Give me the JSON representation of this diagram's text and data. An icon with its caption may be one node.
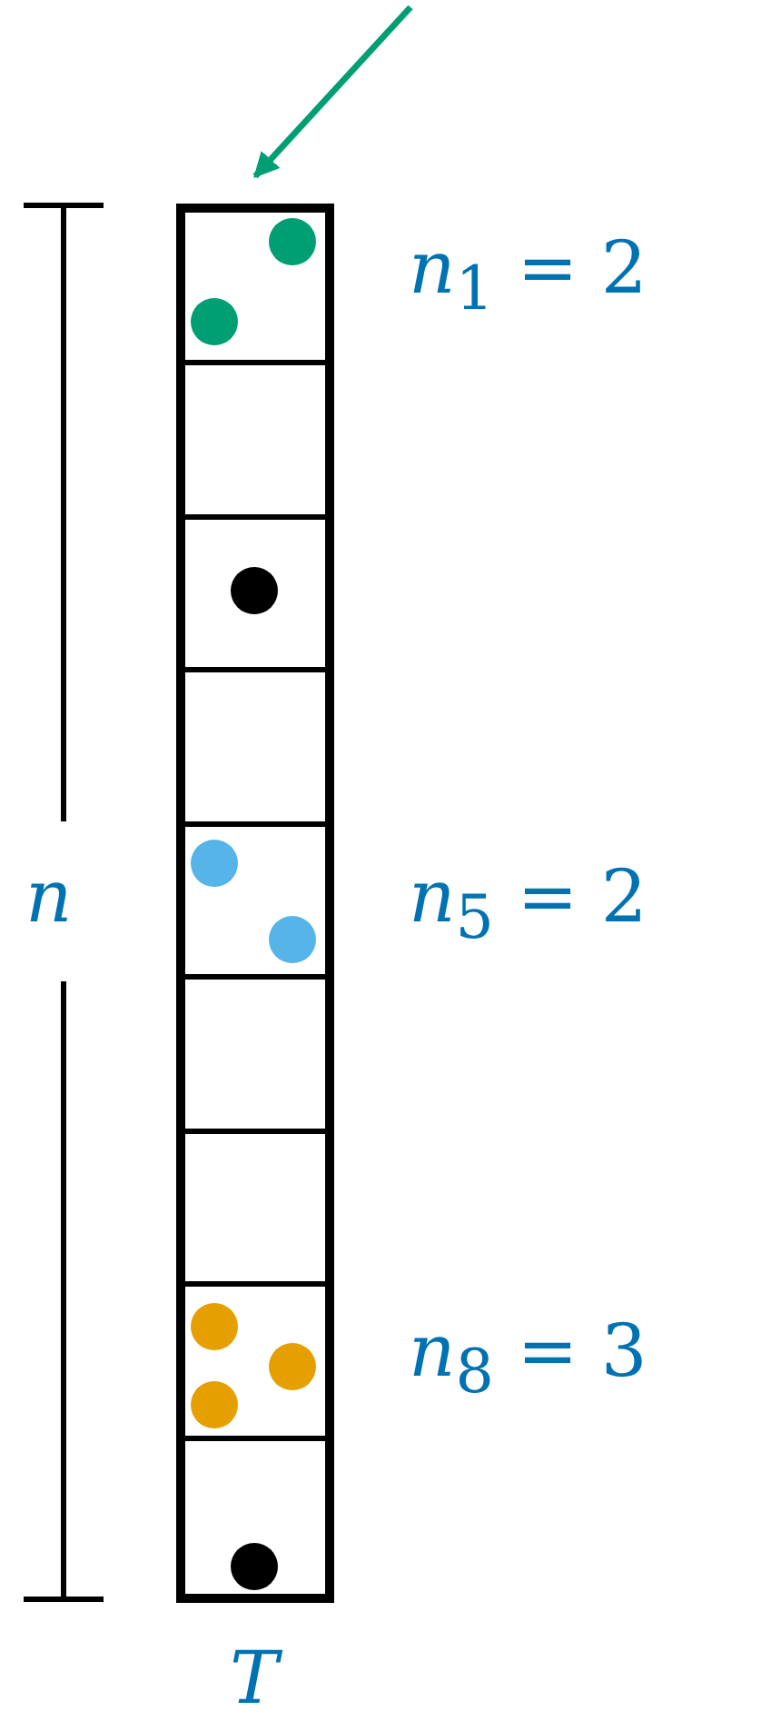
{
  "diagram": {
    "nodes": [
      {
        "text": [],
        "shape": "box",
        "beside": [
          "T"
        ]
      },
      {
        "text": [],
        "shape": "box",
        "in": 0
      },
      {
        "text": [],
        "shape": "box",
        "in": 0
      },
      {
        "text": [],
        "shape": "box",
        "in": 0
      },
      {
        "text": [],
        "shape": "box",
        "in": 0
      },
      {
        "text": [],
        "shape": "box",
        "in": 0
      },
      {
        "text": [],
        "shape": "box",
        "in": 0
      },
      {
        "text": [],
        "shape": "box",
        "in": 0
      },
      {
        "text": [],
        "shape": "box",
        "in": 0
      },
      {
        "text": [],
        "shape": "box",
        "in": 0
      }
    ],
    "edges": [
      {
        "from": null,
        "to": 1,
        "arrow": "to"
      }
    ],
    "labels": [
      "*n*$_{1}$ = 2",
      "n",
      "*n*$_{5}$ = 2",
      "*n*$_{8}$ = 3"
    ]
  }
}
